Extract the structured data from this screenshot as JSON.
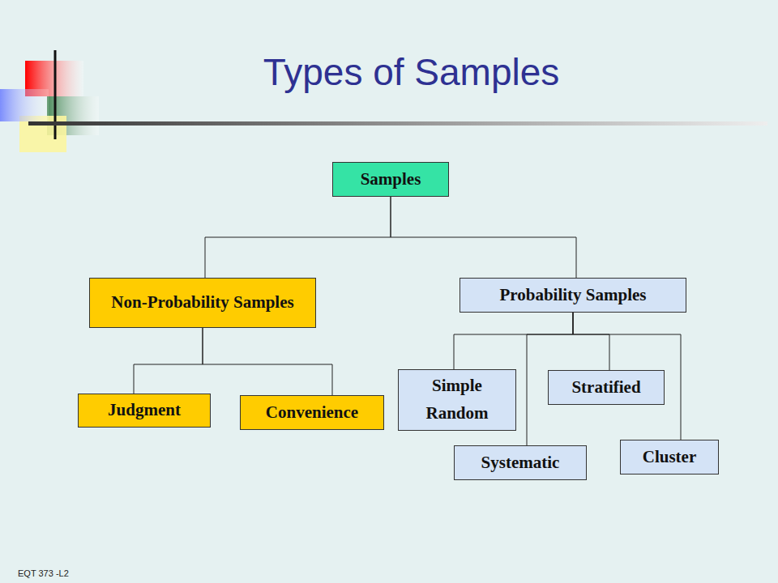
{
  "diagram": {
    "title": "Types of Samples",
    "nodes": [
      {
        "text": [
          "Samples"
        ]
      },
      {
        "text": [
          "Non-Probability Samples"
        ]
      },
      {
        "text": [
          "Probability Samples"
        ]
      },
      {
        "text": [
          "Judgment"
        ]
      },
      {
        "text": [
          "Convenience"
        ]
      },
      {
        "text": [
          "Simple Random"
        ]
      },
      {
        "text": [
          "Stratified"
        ]
      },
      {
        "text": [
          "Systematic"
        ]
      },
      {
        "text": [
          "Cluster"
        ]
      }
    ],
    "edges": [
      {
        "from": 0,
        "to": 1,
        "arrow": "none"
      },
      {
        "from": 0,
        "to": 2,
        "arrow": "none"
      },
      {
        "from": 1,
        "to": 3,
        "arrow": "none"
      },
      {
        "from": 1,
        "to": 4,
        "arrow": "none"
      },
      {
        "from": 2,
        "to": 5,
        "arrow": "none"
      },
      {
        "from": 2,
        "to": 7,
        "arrow": "none"
      },
      {
        "from": 2,
        "to": 6,
        "arrow": "none"
      },
      {
        "from": 2,
        "to": 8,
        "arrow": "none"
      }
    ],
    "labels": [
      "EQT 373 -L2"
    ]
  }
}
